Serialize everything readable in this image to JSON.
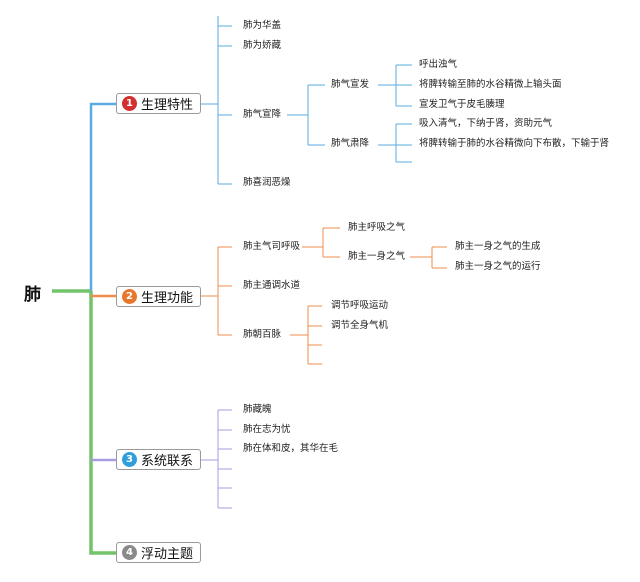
{
  "root": {
    "label": "肺"
  },
  "colors": {
    "root_line": "#74c36c",
    "branch1": "#5aabe0",
    "branch2": "#ef8c4f",
    "branch3": "#a89be0",
    "branch4": "#74c36c",
    "badge1": "#d32f2f",
    "badge2": "#e8772e",
    "badge3": "#2e9fdb",
    "badge4": "#8a8a8a"
  },
  "branches": [
    {
      "number": "1",
      "label": "生理特性",
      "children": {
        "c1": "肺为华盖",
        "c2": "肺为娇藏",
        "c3": "肺气宣降",
        "c3_1": "肺气宣发",
        "c3_1_items": [
          "呼出浊气",
          "将脾转输至肺的水谷精微上输头面",
          "宣发卫气于皮毛腠理"
        ],
        "c3_2": "肺气肃降",
        "c3_2_items": [
          "吸入清气，下纳于肾，资助元气",
          "将脾转输于肺的水谷精微向下布散，下输于肾"
        ],
        "c4": "肺喜润恶燥"
      }
    },
    {
      "number": "2",
      "label": "生理功能",
      "children": {
        "c1": "肺主气司呼吸",
        "c1_1": "肺主呼吸之气",
        "c1_2": "肺主一身之气",
        "c1_2_items": [
          "肺主一身之气的生成",
          "肺主一身之气的运行"
        ],
        "c2": "肺主通调水道",
        "c3": "肺朝百脉",
        "c3_items": [
          "调节呼吸运动",
          "调节全身气机"
        ]
      }
    },
    {
      "number": "3",
      "label": "系统联系",
      "children": {
        "items": [
          "肺藏魄",
          "肺在志为忧",
          "肺在体和皮，其华在毛"
        ]
      }
    },
    {
      "number": "4",
      "label": "浮动主题"
    }
  ]
}
